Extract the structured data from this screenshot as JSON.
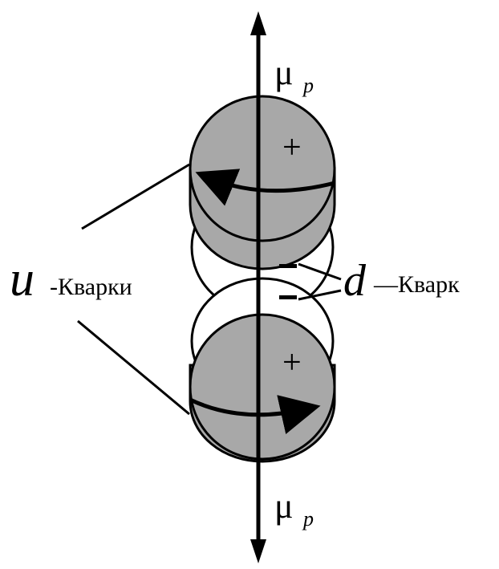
{
  "labels": {
    "mu_symbol": "μ",
    "mu_subscript": "p",
    "u_letter": "u",
    "u_text": "-Кварки",
    "d_letter": "d",
    "d_text": "—Кварк",
    "plus": "+",
    "minus": "−"
  },
  "colors": {
    "quark_fill": "#a8a8a8",
    "stroke": "#000000",
    "background": "#ffffff"
  }
}
